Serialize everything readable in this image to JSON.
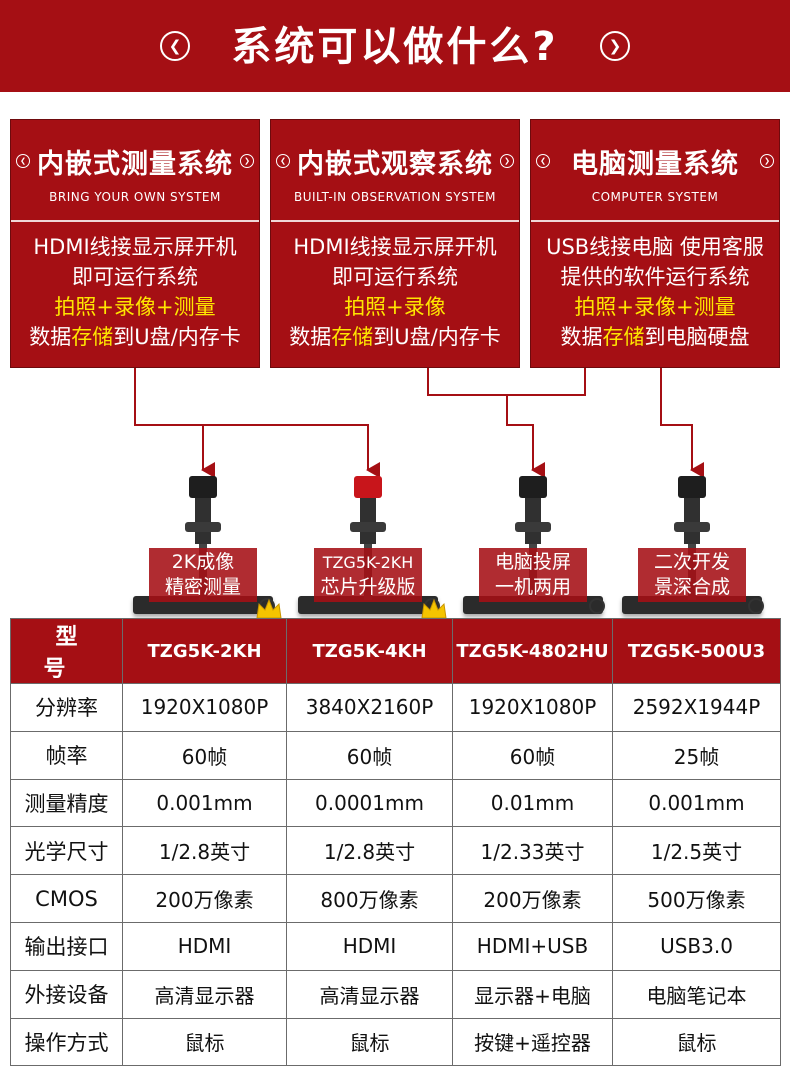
{
  "header": {
    "title": "系统可以做什么?",
    "left_icon": "chevron-left-circle-icon",
    "right_icon": "chevron-right-circle-icon"
  },
  "systems": [
    {
      "title": "内嵌式测量系统",
      "subtitle": "BRING YOUR OWN SYSTEM",
      "lines": [
        [
          {
            "text": "HDMI线接显示屏开机",
            "hl": false
          }
        ],
        [
          {
            "text": "即可运行系统",
            "hl": false
          }
        ],
        [
          {
            "text": "拍照+录像+测量",
            "hl": true
          }
        ],
        [
          {
            "text": "数据",
            "hl": false
          },
          {
            "text": "存储",
            "hl": true
          },
          {
            "text": "到U盘/内存卡",
            "hl": false
          }
        ]
      ]
    },
    {
      "title": "内嵌式观察系统",
      "subtitle": "BUILT-IN OBSERVATION SYSTEM",
      "lines": [
        [
          {
            "text": "HDMI线接显示屏开机",
            "hl": false
          }
        ],
        [
          {
            "text": "即可运行系统",
            "hl": false
          }
        ],
        [
          {
            "text": "拍照+录像",
            "hl": true
          }
        ],
        [
          {
            "text": "数据",
            "hl": false
          },
          {
            "text": "存储",
            "hl": true
          },
          {
            "text": "到U盘/内存卡",
            "hl": false
          }
        ]
      ]
    },
    {
      "title": "电脑测量系统",
      "subtitle": "COMPUTER SYSTEM",
      "lines": [
        [
          {
            "text": "USB线接电脑 使用客服",
            "hl": false
          }
        ],
        [
          {
            "text": "提供的软件运行系统",
            "hl": false
          }
        ],
        [
          {
            "text": "拍照+录像+测量",
            "hl": true
          }
        ],
        [
          {
            "text": "数据",
            "hl": false
          },
          {
            "text": "存储",
            "hl": true
          },
          {
            "text": "到电脑硬盘",
            "hl": false
          }
        ]
      ]
    }
  ],
  "products": [
    {
      "label_line1": "2K成像",
      "label_line2": "精密测量",
      "camera_color": "black",
      "crown": true
    },
    {
      "label_line1": "TZG5K-2KH",
      "label_line2": "芯片升级版",
      "camera_color": "red",
      "crown": true
    },
    {
      "label_line1": "电脑投屏",
      "label_line2": "一机两用",
      "camera_color": "black",
      "crown": false
    },
    {
      "label_line1": "二次开发",
      "label_line2": "景深合成",
      "camera_color": "black",
      "crown": false
    }
  ],
  "table": {
    "model_label": "型号",
    "models": [
      "TZG5K-2KH",
      "TZG5K-4KH",
      "TZG5K-4802HU",
      "TZG5K-500U3"
    ],
    "rows": [
      {
        "label": "分辨率",
        "values": [
          "1920X1080P",
          "3840X2160P",
          "1920X1080P",
          "2592X1944P"
        ]
      },
      {
        "label": "帧率",
        "values": [
          "60帧",
          "60帧",
          "60帧",
          "25帧"
        ]
      },
      {
        "label": "测量精度",
        "values": [
          "0.001mm",
          "0.0001mm",
          "0.01mm",
          "0.001mm"
        ]
      },
      {
        "label": "光学尺寸",
        "values": [
          "1/2.8英寸",
          "1/2.8英寸",
          "1/2.33英寸",
          "1/2.5英寸"
        ]
      },
      {
        "label": "CMOS",
        "values": [
          "200万像素",
          "800万像素",
          "200万像素",
          "500万像素"
        ]
      },
      {
        "label": "输出接口",
        "values": [
          "HDMI",
          "HDMI",
          "HDMI+USB",
          "USB3.0"
        ]
      },
      {
        "label": "外接设备",
        "values": [
          "高清显示器",
          "高清显示器",
          "显示器+电脑",
          "电脑笔记本"
        ]
      },
      {
        "label": "操作方式",
        "values": [
          "鼠标",
          "鼠标",
          "按键+遥控器",
          "鼠标"
        ]
      }
    ]
  },
  "colors": {
    "brand_red": "#a50f14",
    "highlight_yellow": "#ffe600",
    "connector_red": "#a50f14"
  }
}
